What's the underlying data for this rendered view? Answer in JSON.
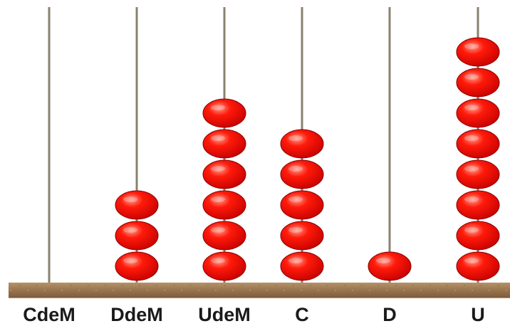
{
  "abacus": {
    "bead_color": "#ff0000",
    "rod_color": "#8a8170",
    "base_color": "#9c7a52",
    "columns": [
      {
        "label": "CdeM",
        "beads": 0
      },
      {
        "label": "DdeM",
        "beads": 3
      },
      {
        "label": "UdeM",
        "beads": 6
      },
      {
        "label": "C",
        "beads": 5
      },
      {
        "label": "D",
        "beads": 1
      },
      {
        "label": "U",
        "beads": 8
      }
    ]
  }
}
